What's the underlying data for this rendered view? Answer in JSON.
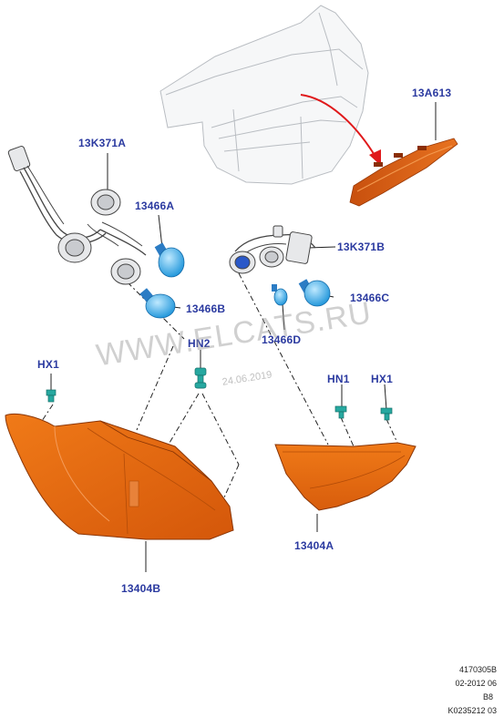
{
  "callouts": {
    "high_mount_lamp": "13A613",
    "socket_left": "13K371A",
    "socket_right": "13K371B",
    "bulb_a": "13466A",
    "bulb_b": "13466B",
    "bulb_c": "13466C",
    "bulb_d": "13466D",
    "hx1_left": "HX1",
    "hn2": "HN2",
    "hn1": "HN1",
    "hx1_right": "HX1",
    "lamp_outer": "13404B",
    "lamp_inner": "13404A"
  },
  "watermark": {
    "text": "WWW.ELCATS.RU",
    "date": "24.06.2019"
  },
  "ref_codes": [
    "4170305B",
    "02-2012 06",
    "B8",
    "K0235212 03"
  ],
  "colors": {
    "callout_text": "#2b3aa0",
    "lamp_orange": "#ef6a0c",
    "bulb_blue": "#2fa9e8",
    "clip_green": "#27a8a0",
    "arrow_red": "#e0191b"
  }
}
